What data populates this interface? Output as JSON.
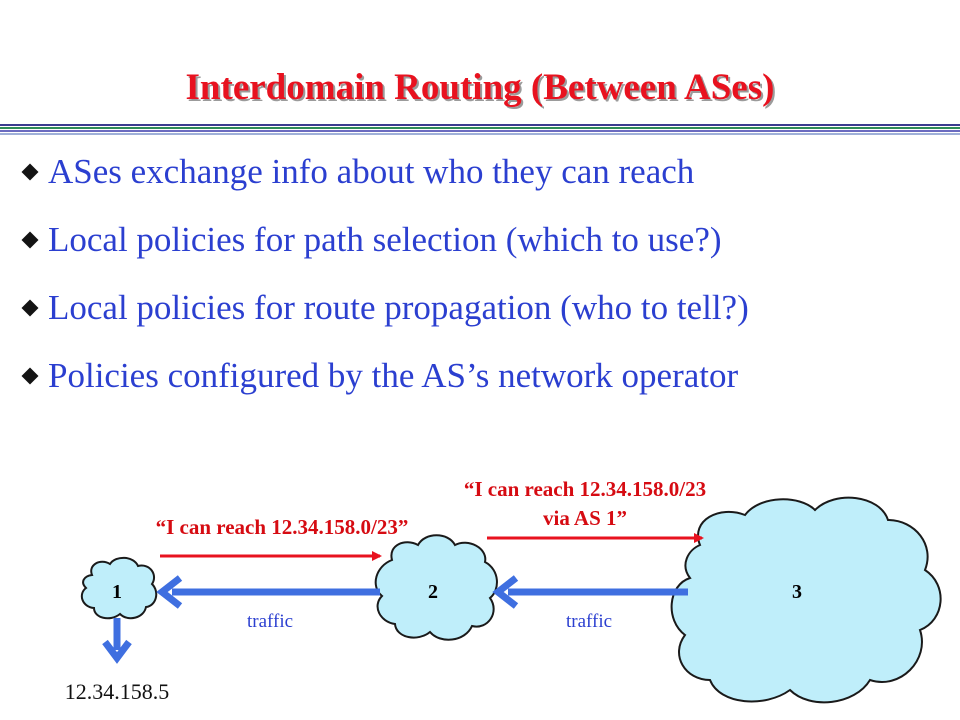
{
  "slide": {
    "title": "Interdomain Routing (Between ASes)",
    "rule_colors": [
      "#3b3b8f",
      "#2e8b57",
      "#6b6bc0"
    ],
    "bullets": [
      "ASes exchange info about who they can reach",
      "Local policies for path selection (which to use?)",
      "Local policies for route propagation (who to tell?)",
      "Policies configured by the AS’s network operator"
    ]
  },
  "diagram": {
    "nodes": [
      {
        "id": "1",
        "label": "1"
      },
      {
        "id": "2",
        "label": "2"
      },
      {
        "id": "3",
        "label": "3"
      }
    ],
    "announcement_1_to_2": "“I can reach 12.34.158.0/23”",
    "announcement_2_to_3_line1": "“I can reach 12.34.158.0/23",
    "announcement_2_to_3_line2": "via AS 1”",
    "traffic_label_a": "traffic",
    "traffic_label_b": "traffic",
    "destination": "12.34.158.5",
    "colors": {
      "announcement": "#e8121f",
      "traffic": "#3f6fe0",
      "cloud_fill": "#bfeefa",
      "cloud_stroke": "#1a1a1a"
    }
  }
}
